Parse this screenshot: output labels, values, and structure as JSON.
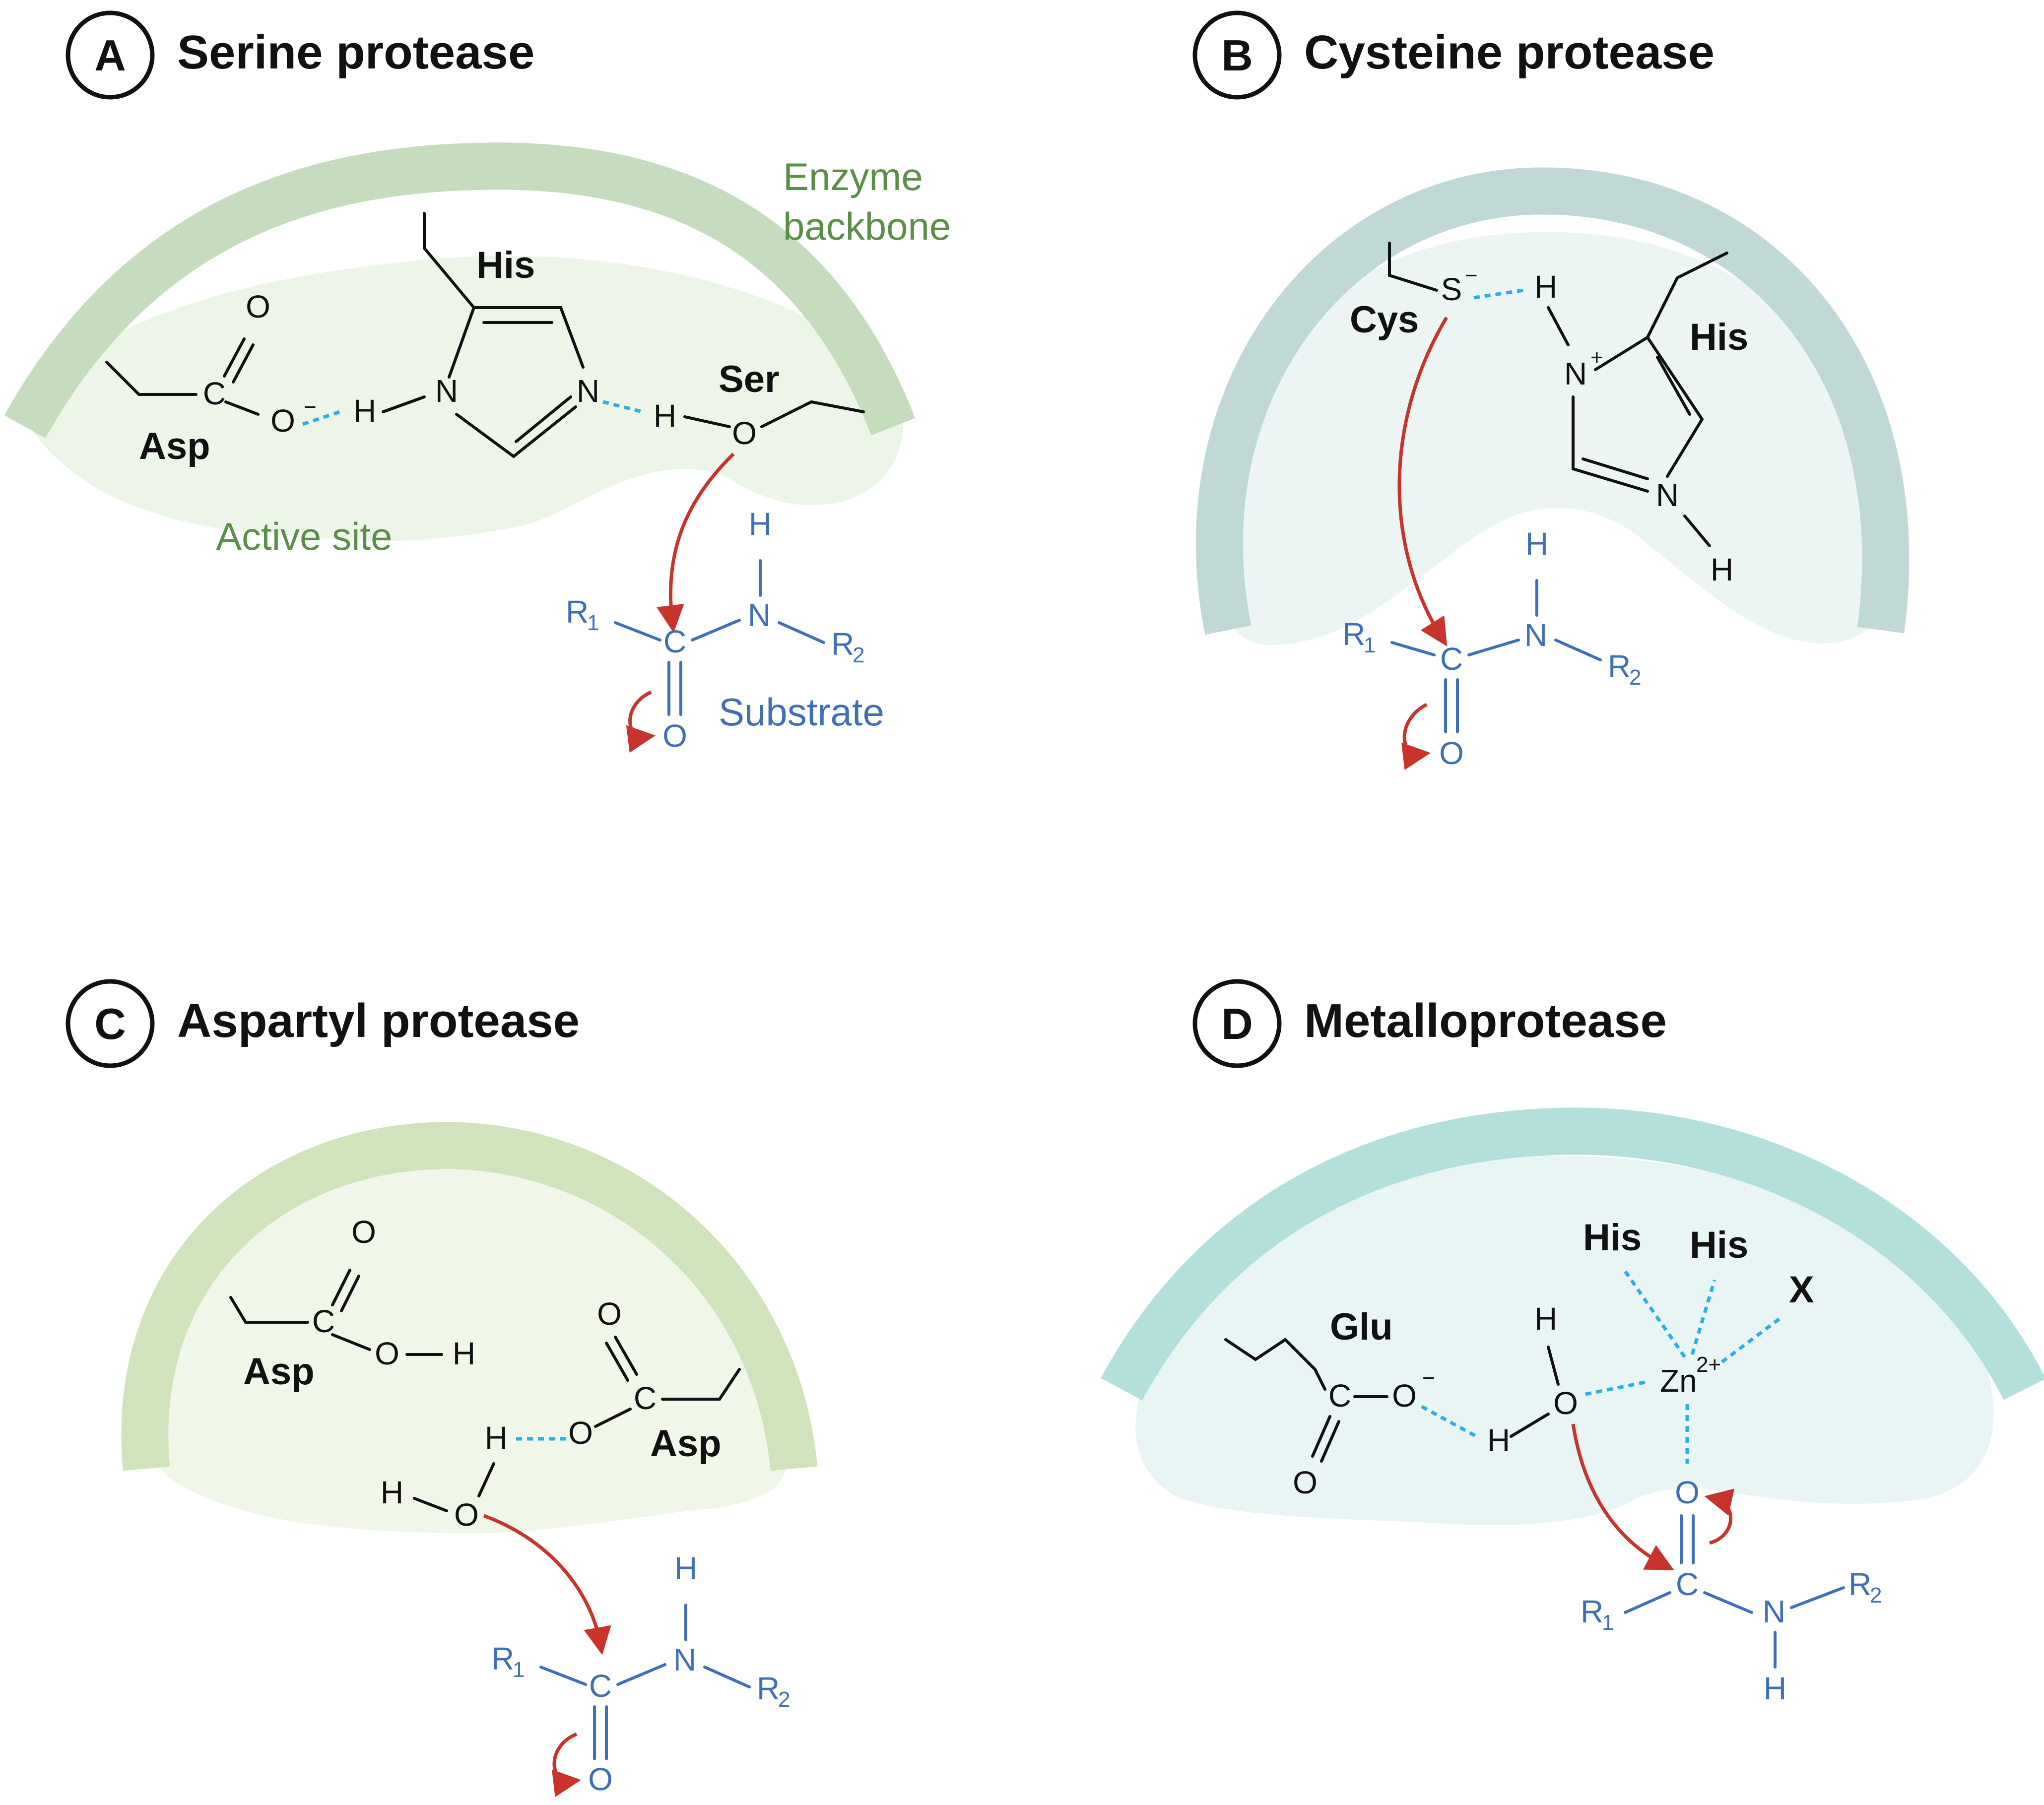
{
  "panels": {
    "A": {
      "letter": "A",
      "title": "Serine protease",
      "labels": {
        "his": "His",
        "asp": "Asp",
        "ser": "Ser",
        "enzyme_backbone_1": "Enzyme",
        "enzyme_backbone_2": "backbone",
        "active_site": "Active site",
        "substrate": "Substrate"
      },
      "atoms": {
        "o": "O",
        "c": "C",
        "h": "H",
        "n": "N",
        "minus": "−"
      },
      "substrate": {
        "r1": "R",
        "r2": "R",
        "one": "1",
        "two": "2",
        "c": "C",
        "n": "N",
        "h": "H",
        "o": "O"
      }
    },
    "B": {
      "letter": "B",
      "title": "Cysteine protease",
      "labels": {
        "cys": "Cys",
        "his": "His"
      },
      "atoms": {
        "s": "S",
        "h": "H",
        "n": "N",
        "minus": "−",
        "plus": "+"
      },
      "substrate": {
        "r1": "R",
        "r2": "R",
        "one": "1",
        "two": "2",
        "c": "C",
        "n": "N",
        "h": "H",
        "o": "O"
      }
    },
    "C": {
      "letter": "C",
      "title": "Aspartyl protease",
      "labels": {
        "asp1": "Asp",
        "asp2": "Asp"
      },
      "atoms": {
        "o": "O",
        "c": "C",
        "h": "H"
      },
      "substrate": {
        "r1": "R",
        "r2": "R",
        "one": "1",
        "two": "2",
        "c": "C",
        "n": "N",
        "h": "H",
        "o": "O"
      }
    },
    "D": {
      "letter": "D",
      "title": "Metalloprotease",
      "labels": {
        "glu": "Glu",
        "his1": "His",
        "his2": "His",
        "x": "X",
        "zn": "Zn",
        "zn_charge": "2+"
      },
      "atoms": {
        "o": "O",
        "c": "C",
        "h": "H",
        "minus": "−"
      },
      "substrate": {
        "r1": "R",
        "r2": "R",
        "one": "1",
        "two": "2",
        "c": "C",
        "n": "N",
        "h": "H",
        "o": "O"
      }
    }
  },
  "colors": {
    "serine_backbone": "#c5dcbe",
    "serine_site": "#ecf5e8",
    "cysteine_backbone": "#c0d9d6",
    "cysteine_site": "#edf5f4",
    "aspartyl_backbone": "#d1e3bd",
    "aspartyl_site": "#f0f6e8",
    "metallo_backbone": "#b4e0dc",
    "metallo_site": "#e9f5f4",
    "substrate": "#3f6fb7",
    "hbond": "#29b1e6",
    "arrow": "#c8332b",
    "green_label": "#5b8f46"
  }
}
